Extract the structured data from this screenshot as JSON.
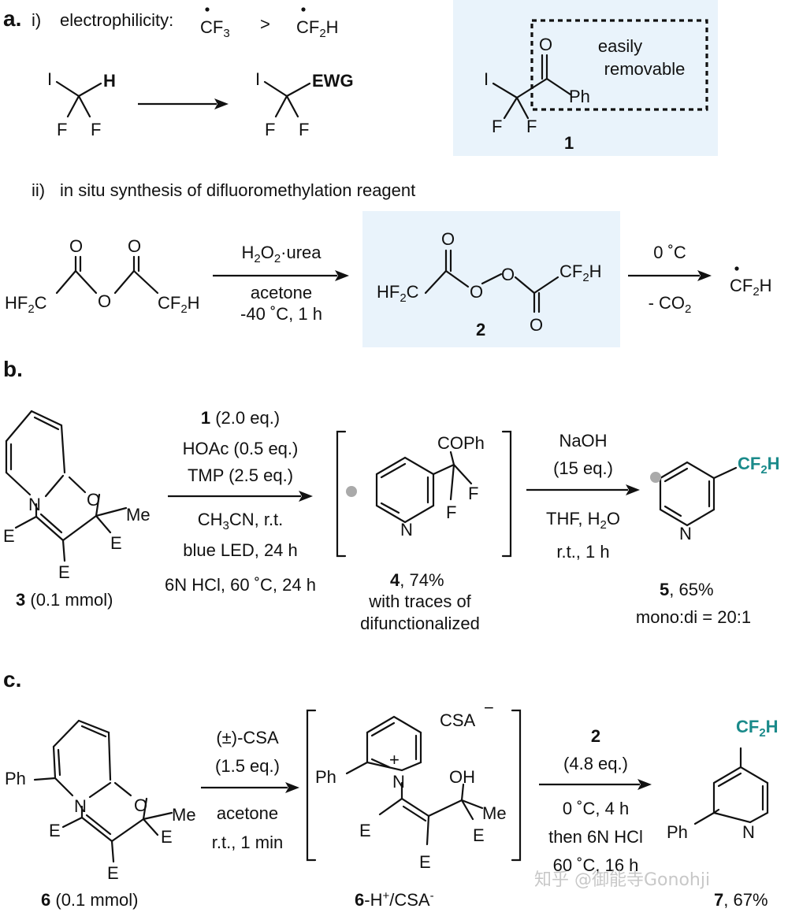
{
  "colors": {
    "highlight_box": "#e9f3fb",
    "accent": "#1a8a8a"
  },
  "panel_a": {
    "label": "a.",
    "i_label": "i)",
    "i_text": "electrophilicity:",
    "cf3": "CF",
    "cf3_sub": "3",
    "gt": ">",
    "cf2h": "CF",
    "cf2h_sub": "2",
    "cf2h_h": "H",
    "I": "I",
    "H": "H",
    "F": "F",
    "EWG": "EWG",
    "O": "O",
    "Ph": "Ph",
    "easily": "easily",
    "removable": "removable",
    "cmpd1": "1",
    "ii_label": "ii)",
    "ii_text": "in situ synthesis of difluoromethylation reagent",
    "HF2C_a": "HF",
    "sub2": "2",
    "C": "C",
    "CF2H_a": "CF",
    "H2O2": "H",
    "O2": "O",
    "urea": "·urea",
    "acetone": "acetone",
    "cond_temp": "-40 ˚C, 1 h",
    "cmpd2": "2",
    "zero_c": "0 ˚C",
    "minus_co2": "- CO",
    "co2_sub": "2"
  },
  "panel_b": {
    "label": "b.",
    "N": "N",
    "O": "O",
    "E": "E",
    "Me": "Me",
    "cmpd3": "3",
    "cmpd3_amt": " (0.1 mmol)",
    "cond1_num": "1",
    "cond1": " (2.0 eq.)",
    "cond2": "HOAc (0.5 eq.)",
    "cond3": "TMP (2.5 eq.)",
    "cond4a": "CH",
    "cond4sub": "3",
    "cond4b": "CN, r.t.",
    "cond5": "blue LED, 24 h",
    "cond6": "6N HCl, 60 ˚C, 24 h",
    "COPh": "COPh",
    "F": "F",
    "cmpd4": "4",
    "cmpd4_yield": ", 74%",
    "traces1": "with traces of",
    "traces2": "difunctionalized",
    "naoh": "NaOH",
    "naoh_eq": "(15 eq.)",
    "thf": "THF, H",
    "h2o_sub": "2",
    "h2o_o": "O",
    "rt1h": "r.t., 1 h",
    "CF2H": "CF",
    "CF2H_sub": "2",
    "CF2H_h": "H",
    "cmpd5": "5",
    "cmpd5_yield": ", 65%",
    "ratio": "mono:di = 20:1"
  },
  "panel_c": {
    "label": "c.",
    "Ph": "Ph",
    "N": "N",
    "O": "O",
    "E": "E",
    "Me": "Me",
    "OH": "OH",
    "csa_anion": "CSA",
    "minus": "−",
    "plus": "+",
    "cmpd6": "6",
    "cmpd6_amt": " (0.1 mmol)",
    "cond1": "(±)-CSA",
    "cond2": "(1.5 eq.)",
    "cond3": "acetone",
    "cond4": "r.t., 1 min",
    "salt_num": "6",
    "salt_rest": "-H",
    "salt_plus": "+",
    "salt_csa": "/CSA",
    "salt_minus": "-",
    "r2_num": "2",
    "r2_eq": "(4.8 eq.)",
    "r2_cond1": "0 ˚C, 4 h",
    "r2_cond2": "then 6N HCl",
    "r2_cond3": "60 ˚C, 16 h",
    "CF2H": "CF",
    "CF2H_sub": "2",
    "CF2H_h": "H",
    "cmpd7": "7",
    "cmpd7_yield": ", 67%"
  },
  "watermark": "知乎 @御能寺Gonohji"
}
